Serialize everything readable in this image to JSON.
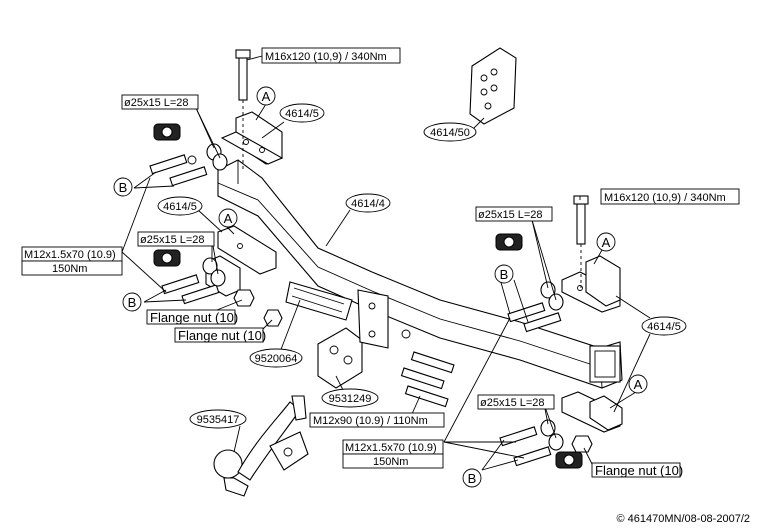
{
  "labels": {
    "bolt_top": "M16x120 (10,9) / 340Nm",
    "bolt_right": "M16x120 (10,9) / 340Nm",
    "spacer_top": "ø25x15 L=28",
    "spacer_mid": "ø25x15 L=28",
    "spacer_right": "ø25x15 L=28",
    "spacer_bottom": "ø25x15 L=28",
    "bracket_top": "4614/5",
    "bracket_left": "4614/5",
    "bracket_right": "4614/5",
    "bar": "4614/4",
    "kit": "4614/50",
    "bolt_left_spec": "M12x1.5x70 (10.9)",
    "bolt_left_torque": "150Nm",
    "bolt_bottom_spec": "M12x1.5x70 (10.9)",
    "bolt_bottom_torque": "150Nm",
    "flange_nut_1": "Flange nut (10)",
    "flange_nut_2": "Flange nut (10)",
    "flange_nut_3": "Flange nut (10)",
    "socket_plate": "9520064",
    "ball_plate": "9531249",
    "ball_bolt": "M12x90 (10.9) / 110Nm",
    "towball": "9535417",
    "letter_a": "A",
    "letter_b": "B",
    "copyright": "© 461470MN/08-08-2007/2"
  }
}
